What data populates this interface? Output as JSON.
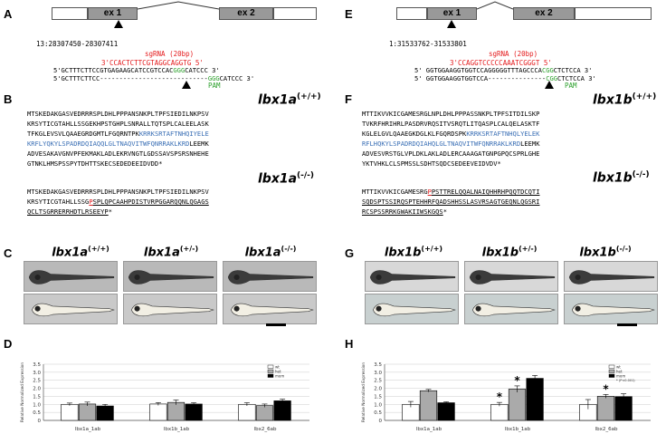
{
  "panels": {
    "A": "A",
    "B": "B",
    "C": "C",
    "D": "D",
    "E": "E",
    "F": "F",
    "G": "G",
    "H": "H"
  },
  "left": {
    "exon1": "ex 1",
    "exon2": "ex 2",
    "coord": "13:28307450-28307411",
    "sgrna_label": "sgRNA (20bp)",
    "sgrna_seq": "3'CCACTCTTCGTAGGCAGGTG 5'",
    "wt_seq_a": "5'GCTTTCTTCCGTGAGAAGCATCCGTCCAC",
    "wt_seq_pam": "GGG",
    "wt_seq_b": "CATCCC 3'",
    "mut_seq_a": "5'GCTTTCTTCC----------------------------",
    "mut_seq_pam": "GGG",
    "mut_seq_b": "CATCCC 3'",
    "pam": "PAM",
    "gene_wt_name": "lbx1a",
    "gene_wt_geno": "(+/+)",
    "gene_mut_name": "lbx1a",
    "gene_mut_geno": "(-/-)",
    "wt_prot": [
      [
        "MTSKEDAKGASVEDRRRSPLDHLPPPANSNKPLTPFSIEDILNKPSV",
        "",
        ""
      ],
      [
        "KRSYTICGTAHLLSSGEKHPSTGHPLSNRALLTQTSPLCALEELASK",
        "",
        ""
      ],
      [
        "TFKGLEVSVLQAAEGRDGMTLFGQRNTPK",
        "KRRKSRTAFTNHQIYELE",
        ""
      ],
      [
        "",
        "KRFLYQKYLSPADRDQIAQQLGLTNAQVITWFQNRRAKLKRD",
        "LEEMK"
      ],
      [
        "ADVESAKAVGNVPFEKMAKLADLEKRVNGTLGDSSAVSPSRSNHEHE",
        "",
        ""
      ],
      [
        "GTNKLHMSPSSPYTDHTTSKECSEDEDEEIDVDD*",
        "",
        ""
      ]
    ],
    "mut_prot_1a": "MTSKEDAKGASVEDRRRSPLDHLPPPANSNKPLTPFSIEDILNKPSV",
    "mut_prot_2a": "KRSYTICGTAHLLSSG",
    "mut_prot_2red": "P",
    "mut_prot_2u": "SPLQPCAAHPDISTVRPGGARQQNLQGAGS",
    "mut_prot_3u": "QCLTSGRRERRHDTLRSEEYP",
    "mut_prot_3end": "*",
    "fish": [
      "lbx1a",
      "lbx1a",
      "lbx1a"
    ],
    "fish_geno": [
      "(+/+)",
      "(+/-)",
      "(-/-)"
    ]
  },
  "right": {
    "exon1": "ex 1",
    "exon2": "ex 2",
    "coord": "1:31533762-31533801",
    "sgrna_label": "sgRNA (20bp)",
    "sgrna_seq": "3'CCAGGTCCCCCAAATCGGGT 5'",
    "wt_seq_a": "5' GGTGGAAGGTGGTCCAGGGGGTTTAGCCCA",
    "wt_seq_pam": "CGG",
    "wt_seq_b": "CTCTCCA 3'",
    "mut_seq_a": "5' GGTGGAAGGTGGTCCA---------------",
    "mut_seq_pam": "CGG",
    "mut_seq_b": "CTCTCCA 3'",
    "pam": "PAM",
    "gene_wt_name": "lbx1b",
    "gene_wt_geno": "(+/+)",
    "gene_mut_name": "lbx1b",
    "gene_mut_geno": "(-/-)",
    "wt_prot": [
      [
        "MTTIKVVKICGAMESRGLNPLDHLPPPASSNKPLTPFSITDILSKP",
        "",
        ""
      ],
      [
        "TVKRFHRIHRLPASDRVRQSITVSRQTLITQASPLCALQELASKTF",
        "",
        ""
      ],
      [
        "KGLELGVLQAAEGKDGLKLFGQRDSPK",
        "KRRKSRTAFTNHQLYELEK",
        ""
      ],
      [
        "",
        "RFLHQKYLSPADRDQIAHQLGLTNAQVITWFQNRRAKLKRD",
        "LEEMK"
      ],
      [
        "ADVESVRSTGLVPLDKLAKLADLERCAAAGATGNPGPQCSPRLGHE",
        "",
        ""
      ],
      [
        "YKTVHKLCLSPMSSLSDHTSQDCSEDEEVEIDVDV*",
        "",
        ""
      ]
    ],
    "mut_prot_1a": "MTTIKVVKICGAMESRG",
    "mut_prot_1red": "P",
    "mut_prot_1u": "PSTTRELQQALNAIQHHRHPQQTDCQTI",
    "mut_prot_2u": "SQDSPTSSIRQSPTEHHRFQADSHHSSLASVRSAGTGEQNLQGSRI",
    "mut_prot_3u": "RCSPSSRRKGWAKIIWSKGQS",
    "mut_prot_3end": "*",
    "fish": [
      "lbx1b",
      "lbx1b",
      "lbx1b"
    ],
    "fish_geno": [
      "(+/+)",
      "(+/-)",
      "(-/-)"
    ]
  },
  "chart_data": [
    {
      "type": "bar",
      "panel": "D",
      "categories": [
        "lbx1a_1ab",
        "lbx1b_1ab",
        "lbx2_6ab"
      ],
      "series": [
        {
          "name": "wt",
          "values": [
            1.0,
            1.02,
            1.0
          ]
        },
        {
          "name": "het",
          "values": [
            1.02,
            1.12,
            0.92
          ]
        },
        {
          "name": "mom",
          "values": [
            0.9,
            1.02,
            1.22
          ]
        }
      ],
      "errors": [
        [
          0.08,
          0.09,
          0.1
        ],
        [
          0.12,
          0.15,
          0.1
        ],
        [
          0.1,
          0.08,
          0.1
        ]
      ],
      "ylabel": "Relative Normalized Expression",
      "ylim": [
        0,
        3.5
      ],
      "yticks": [
        "0",
        "0.5",
        "1.0",
        "1.5",
        "2.0",
        "2.5",
        "3.0",
        "3.5"
      ],
      "colors": [
        "#ffffff",
        "#aaaaaa",
        "#000000"
      ],
      "legend_position": "top-right"
    },
    {
      "type": "bar",
      "panel": "H",
      "categories": [
        "lbx1a_1ab",
        "lbx1b_1ab",
        "lbx2_6ab"
      ],
      "series": [
        {
          "name": "wt",
          "values": [
            1.0,
            1.0,
            1.0
          ]
        },
        {
          "name": "het",
          "values": [
            1.85,
            1.95,
            1.5
          ]
        },
        {
          "name": "mom",
          "values": [
            1.1,
            2.62,
            1.48
          ]
        }
      ],
      "errors": [
        [
          0.18,
          0.12,
          0.3
        ],
        [
          0.08,
          0.2,
          0.12
        ],
        [
          0.06,
          0.18,
          0.18
        ]
      ],
      "stars": [
        [
          false,
          true,
          false
        ],
        [
          false,
          true,
          true
        ],
        [
          false,
          false,
          false
        ]
      ],
      "star_symbol": "*",
      "legend_note": "* (P<0.001)",
      "ylabel": "Relative Normalized Expression",
      "ylim": [
        0,
        3.5
      ],
      "yticks": [
        "0",
        "0.5",
        "1.0",
        "1.5",
        "2.0",
        "2.5",
        "3.0",
        "3.5"
      ],
      "colors": [
        "#ffffff",
        "#aaaaaa",
        "#000000"
      ],
      "legend_position": "top-right"
    }
  ]
}
